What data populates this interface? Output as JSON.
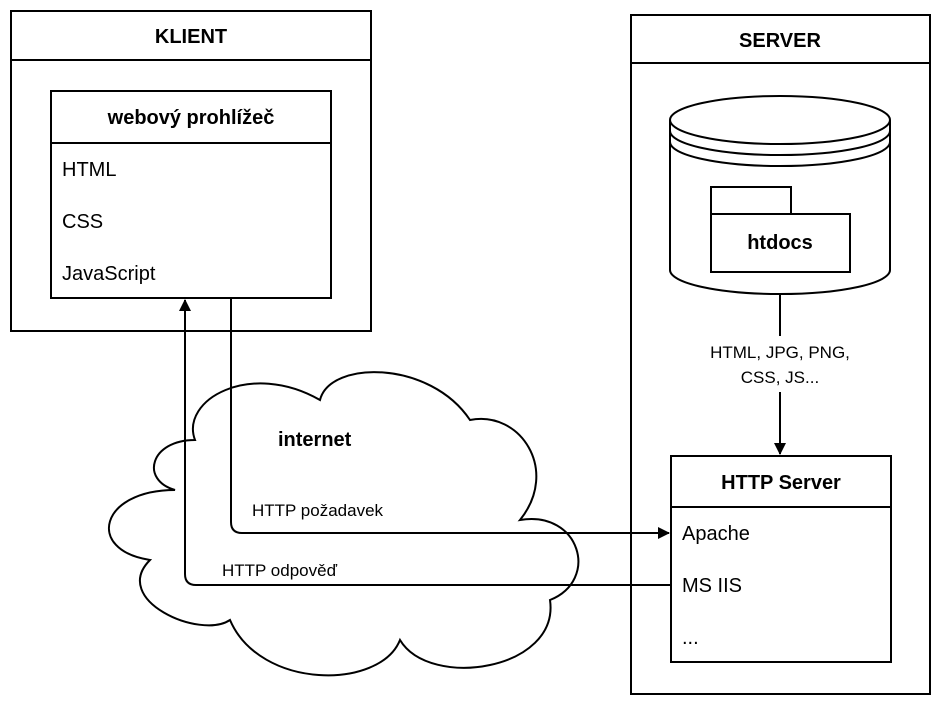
{
  "client": {
    "title": "KLIENT",
    "browser": {
      "title": "webový prohlížeč",
      "items": [
        "HTML",
        "CSS",
        "JavaScript"
      ]
    }
  },
  "server": {
    "title": "SERVER",
    "storage": {
      "folder_label": "htdocs"
    },
    "file_types": [
      "HTML, JPG, PNG,",
      "CSS, JS..."
    ],
    "http_server": {
      "title": "HTTP Server",
      "items": [
        "Apache",
        "MS IIS",
        "..."
      ]
    }
  },
  "network": {
    "label": "internet",
    "request_label": "HTTP požadavek",
    "response_label": "HTTP odpověď"
  }
}
